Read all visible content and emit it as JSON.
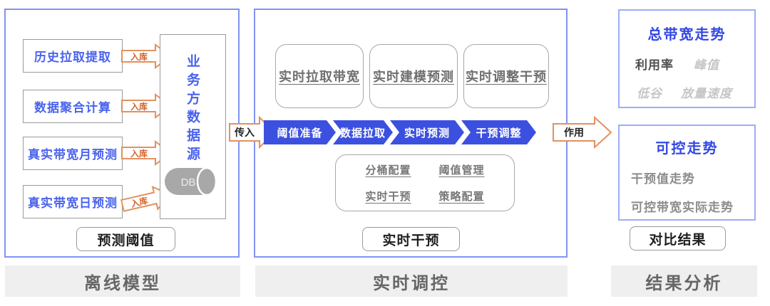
{
  "colors": {
    "accent_blue": "#3c50e0",
    "panel_border": "#8193f2",
    "orange_arrow": "#e2915f",
    "orange_text": "#d4622a",
    "gray_text": "#6f6f6f",
    "banner_bg": "#efefef"
  },
  "left": {
    "rows": [
      {
        "label": "历史拉取提取",
        "arrow": "入库"
      },
      {
        "label": "数据聚合计算",
        "arrow": "入库"
      },
      {
        "label": "真实带宽月预测",
        "arrow": "入库"
      },
      {
        "label": "真实带宽日预测",
        "arrow": "入库"
      }
    ],
    "datasource": "业务方数据源",
    "db_label": "DB",
    "output_label": "预测阈值",
    "banner": "离线模型"
  },
  "middle": {
    "cards": [
      "实时拉取带宽",
      "实时建模预测",
      "实时调整干预"
    ],
    "in_arrow": "传入",
    "out_arrow": "作用",
    "pipeline": [
      "阈值准备",
      "数据拉取",
      "实时预测",
      "干预调整"
    ],
    "config_items": [
      "分桶配置",
      "阈值管理",
      "实时干预",
      "策略配置"
    ],
    "output_label": "实时干预",
    "banner": "实时调控"
  },
  "right": {
    "top_box": {
      "title": "总带宽走势",
      "primary": "利用率",
      "tag_peak": "峰值",
      "tag_valley": "低谷",
      "tag_speed": "放量速度"
    },
    "bottom_box": {
      "title": "可控走势",
      "line1": "干预值走势",
      "line2": "可控带宽实际走势"
    },
    "output_label": "对比结果",
    "banner": "结果分析"
  }
}
